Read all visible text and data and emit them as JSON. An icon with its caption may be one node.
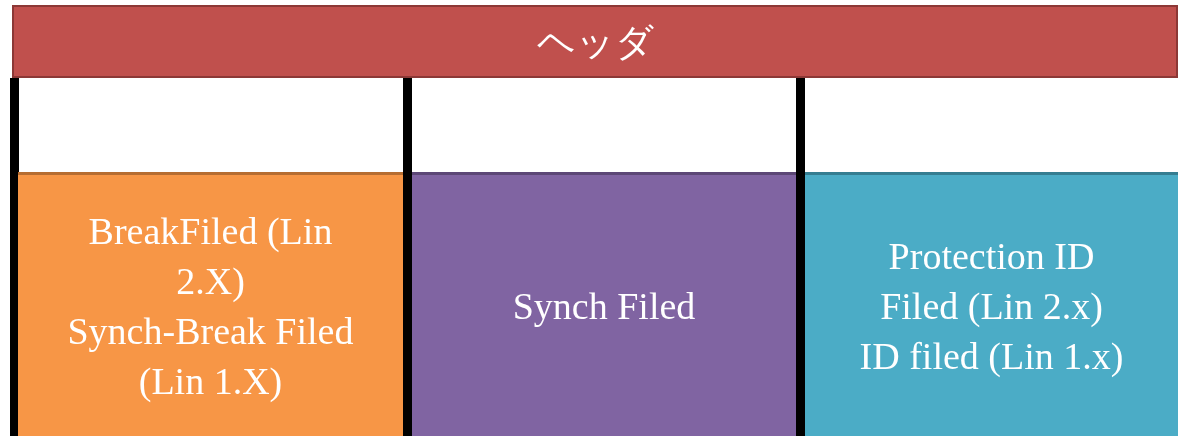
{
  "diagram": {
    "nodes": [
      {
        "text": [
          "ヘッダ"
        ]
      },
      {
        "text": [
          "BreakFiled (Lin 2.X)",
          "Synch-Break Filed (Lin 1.X)"
        ]
      },
      {
        "text": [
          "Synch Filed"
        ]
      },
      {
        "text": [
          "Protection ID Filed (Lin 2.x)",
          "ID filed (Lin 1.x)"
        ]
      }
    ],
    "edges": []
  }
}
